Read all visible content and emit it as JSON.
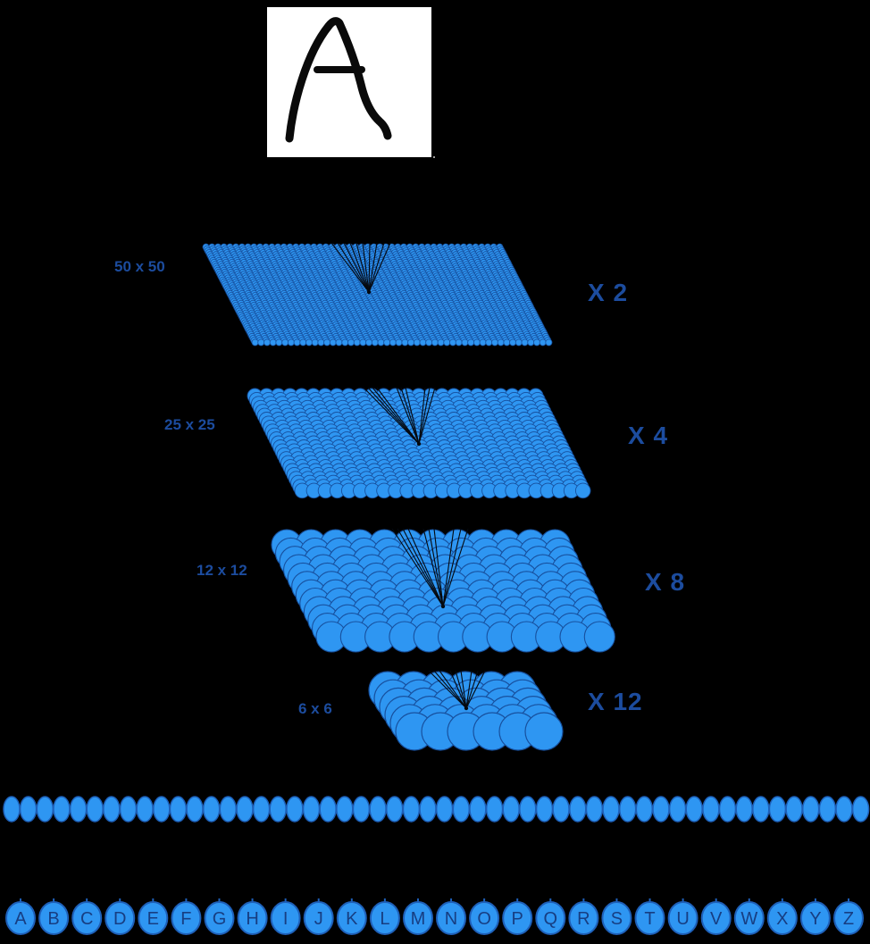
{
  "background_color": "#000000",
  "input_image": {
    "letter": "A",
    "box_color": "#ffffff",
    "ink_color": "#0a0a0a"
  },
  "colors": {
    "neuron_fill": "#2E96F2",
    "neuron_stroke": "#17509E",
    "big_neuron_stroke": "#1E5FB8",
    "label_text": "#1C4C9E",
    "letter_text": "#173E82",
    "fan_line": "#05090f"
  },
  "feature_layers": [
    {
      "size_label": "50 x 50",
      "mult_label": "X 2",
      "rows": 50,
      "cols": 50
    },
    {
      "size_label": "25 x 25",
      "mult_label": "X 4",
      "rows": 25,
      "cols": 25
    },
    {
      "size_label": "12 x 12",
      "mult_label": "X 8",
      "rows": 12,
      "cols": 12
    },
    {
      "size_label": "6 x 6",
      "mult_label": "X 12",
      "rows": 6,
      "cols": 6
    }
  ],
  "fully_connected_layer": {
    "neuron_count": 52
  },
  "output_layer": {
    "letters": [
      "A",
      "B",
      "C",
      "D",
      "E",
      "F",
      "G",
      "H",
      "I",
      "J",
      "K",
      "L",
      "M",
      "N",
      "O",
      "P",
      "Q",
      "R",
      "S",
      "T",
      "U",
      "V",
      "W",
      "X",
      "Y",
      "Z"
    ]
  }
}
